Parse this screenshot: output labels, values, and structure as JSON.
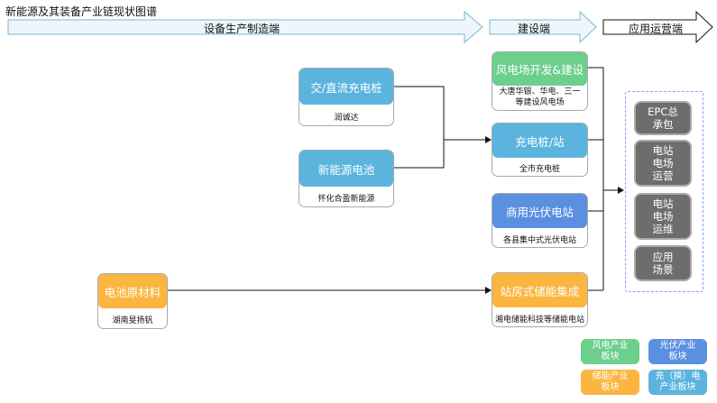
{
  "title": "新能源及其装备产业链现状图谱",
  "bands": {
    "manufacturing": "设备生产制造端",
    "construction": "建设端",
    "operation": "应用运营端"
  },
  "nodes": {
    "charger_dc": {
      "label": "交/直流充电桩",
      "sub": "润诚达"
    },
    "battery": {
      "label": "新能源电池",
      "sub": "怀化合盈新能源"
    },
    "battery_material": {
      "label": "电池原材料",
      "sub": "湖南旻扬钒"
    },
    "wind": {
      "label": "风电场开发&建设",
      "sub": "大唐华银、华电、三一等建设风电场"
    },
    "charging_station": {
      "label": "充电桩/站",
      "sub": "全市充电桩"
    },
    "pv": {
      "label": "商用光伏电站",
      "sub": "各县集中式光伏电站"
    },
    "storage": {
      "label": "站房式储能集成",
      "sub": "湘电储能科技等储能电站"
    }
  },
  "app_layer": [
    {
      "label": "EPC总\n承包"
    },
    {
      "label": "电站\n电场\n运营"
    },
    {
      "label": "电站\n电场\n运维"
    },
    {
      "label": "应用\n场景"
    }
  ],
  "legend": [
    {
      "label": "风电产业\n板块",
      "color": "#6ccf8c"
    },
    {
      "label": "光伏产业\n板块",
      "color": "#5b8fe0"
    },
    {
      "label": "储能产业\n板块",
      "color": "#fbb640"
    },
    {
      "label": "充（换）电\n产业板块",
      "color": "#5bb4de"
    }
  ],
  "colors": {
    "charging": "#5bb4de",
    "wind": "#6ccf8c",
    "pv": "#5b8fe0",
    "storage": "#fbb640",
    "app": "#6d6d6d",
    "dashed_border": "#7ea7e8"
  }
}
